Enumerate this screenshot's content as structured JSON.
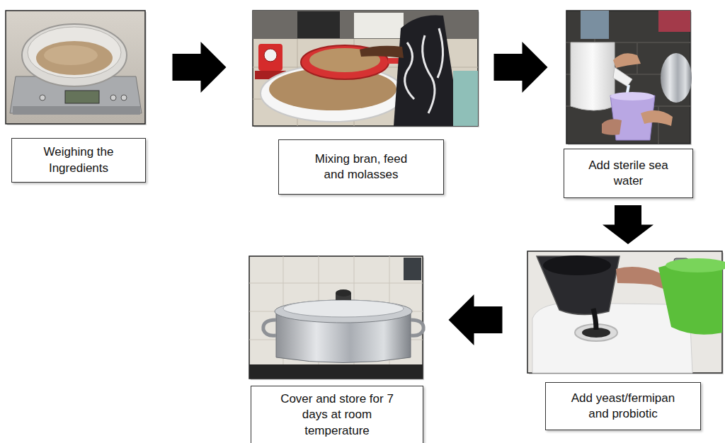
{
  "diagram": {
    "nodes": [
      {
        "text": [
          "Weighing the Ingredients"
        ]
      },
      {
        "text": [
          "Mixing bran, feed and molasses"
        ]
      },
      {
        "text": [
          "Add sterile sea water"
        ]
      },
      {
        "text": [
          "Add yeast/fermipan and probiotic"
        ]
      },
      {
        "text": [
          "Cover and store for 7 days at room temperature"
        ]
      }
    ],
    "edges": [
      {
        "from": 0,
        "to": 1,
        "arrow": "to"
      },
      {
        "from": 1,
        "to": 2,
        "arrow": "to"
      },
      {
        "from": 2,
        "to": 3,
        "arrow": "to"
      },
      {
        "from": 3,
        "to": 4,
        "arrow": "to"
      }
    ]
  }
}
